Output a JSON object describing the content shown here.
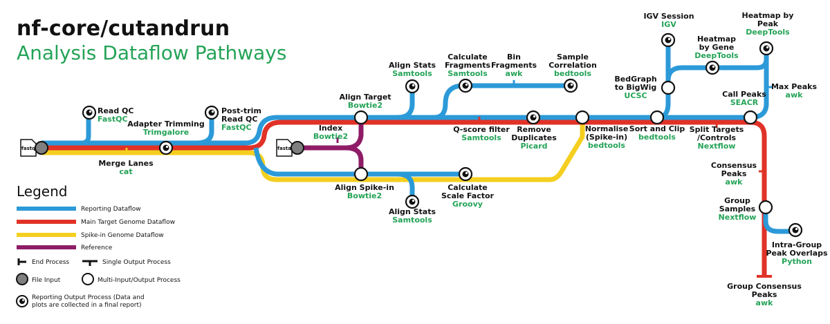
{
  "header": {
    "title": "nf-core/cutandrun",
    "subtitle": "Analysis Dataflow Pathways"
  },
  "colors": {
    "blue": "#2c9ad8",
    "red": "#e03227",
    "yellow": "#f5cf1f",
    "purple": "#8f1c67",
    "green": "#24a357",
    "grey": "#7f7f7f"
  },
  "inputs": {
    "fastq": "fastq",
    "fasta": "fasta"
  },
  "nodes": {
    "read_qc": {
      "name": [
        "Read QC"
      ],
      "tool": "FastQC"
    },
    "adapter_trimming": {
      "name": [
        "Adapter Trimming"
      ],
      "tool": "Trimgalore"
    },
    "post_trim_qc": {
      "name": [
        "Post-trim",
        "Read QC"
      ],
      "tool": "FastQC"
    },
    "merge_lanes": {
      "name": [
        "Merge Lanes"
      ],
      "tool": "cat"
    },
    "index": {
      "name": [
        "Index"
      ],
      "tool": "Bowtie2"
    },
    "align_target": {
      "name": [
        "Align Target"
      ],
      "tool": "Bowtie2"
    },
    "align_stats_top": {
      "name": [
        "Align Stats"
      ],
      "tool": "Samtools"
    },
    "calc_fragments": {
      "name": [
        "Calculate",
        "Fragments"
      ],
      "tool": "Samtools"
    },
    "bin_fragments": {
      "name": [
        "Bin",
        "Fragments"
      ],
      "tool": "awk"
    },
    "sample_correlation": {
      "name": [
        "Sample",
        "Correlation"
      ],
      "tool": "bedtools"
    },
    "qscore_filter": {
      "name": [
        "Q-score filter"
      ],
      "tool": "Samtools"
    },
    "remove_duplicates": {
      "name": [
        "Remove",
        "Duplicates"
      ],
      "tool": "Picard"
    },
    "align_spikein": {
      "name": [
        "Align Spike-in"
      ],
      "tool": "Bowtie2"
    },
    "align_stats_bottom": {
      "name": [
        "Align Stats"
      ],
      "tool": "Samtools"
    },
    "scale_factor": {
      "name": [
        "Calculate",
        "Scale Factor"
      ],
      "tool": "Groovy"
    },
    "normalise": {
      "name": [
        "Normalise",
        "(Spike-in)"
      ],
      "tool": "bedtools"
    },
    "sort_clip": {
      "name": [
        "Sort and Clip"
      ],
      "tool": "bedtools"
    },
    "bedgraph_bigwig": {
      "name": [
        "BedGraph",
        "to BigWig"
      ],
      "tool": "UCSC"
    },
    "igv_session": {
      "name": [
        "IGV Session"
      ],
      "tool": "IGV"
    },
    "heatmap_gene": {
      "name": [
        "Heatmap",
        "by Gene"
      ],
      "tool": "DeepTools"
    },
    "heatmap_peak": {
      "name": [
        "Heatmap by",
        "Peak"
      ],
      "tool": "DeepTools"
    },
    "max_peaks": {
      "name": [
        "Max Peaks"
      ],
      "tool": "awk"
    },
    "call_peaks": {
      "name": [
        "Call Peaks"
      ],
      "tool": "SEACR"
    },
    "split_targets": {
      "name": [
        "Split Targets",
        "/Controls"
      ],
      "tool": "Nextflow"
    },
    "consensus_peaks": {
      "name": [
        "Consensus",
        "Peaks"
      ],
      "tool": "awk"
    },
    "group_samples": {
      "name": [
        "Group",
        "Samples"
      ],
      "tool": "Nextflow"
    },
    "intra_group": {
      "name": [
        "Intra-Group",
        "Peak Overlaps"
      ],
      "tool": "Python"
    },
    "group_consensus": {
      "name": [
        "Group Consensus",
        "Peaks"
      ],
      "tool": "awk"
    }
  },
  "legend": {
    "title": "Legend",
    "reporting": "Reporting Dataflow",
    "main_target": "Main Target Genome Dataflow",
    "spikein": "Spike-in Genome Dataflow",
    "reference": "Reference",
    "end_process": "End Process",
    "single_output": "Single Output Process",
    "file_input": "File Input",
    "multi_io": "Multi-Input/Output Process",
    "reporting_output": [
      "Reporting Output Process (Data and",
      "plots are collected in a final report)"
    ]
  }
}
